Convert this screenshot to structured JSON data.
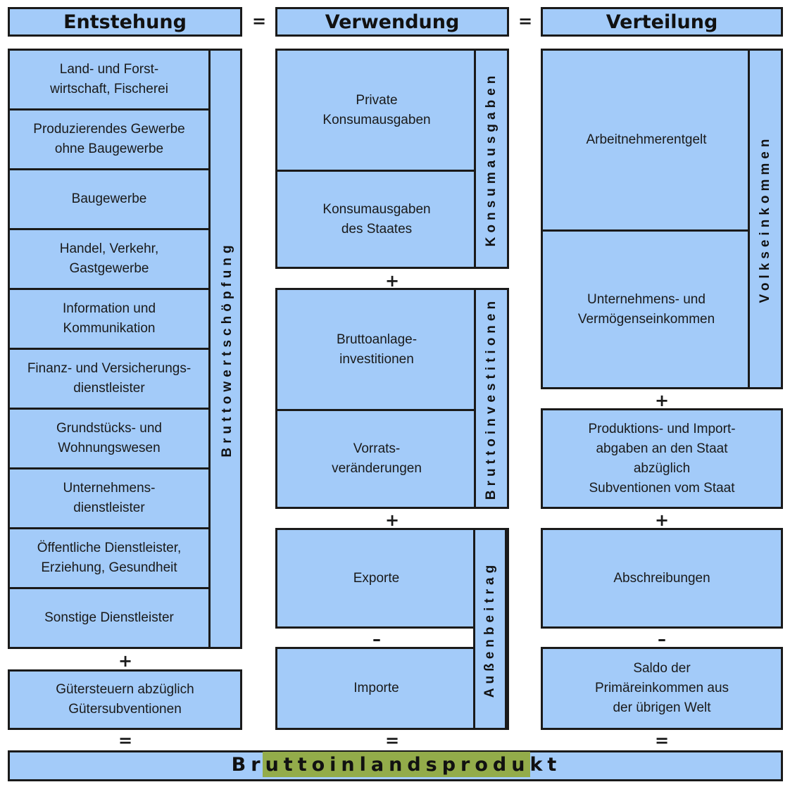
{
  "headers": {
    "entstehung": "Entstehung",
    "verwendung": "Verwendung",
    "verteilung": "Verteilung"
  },
  "operators": {
    "equals": "=",
    "plus": "+",
    "minus": "–"
  },
  "entstehung": {
    "items": [
      "Land- und Forst-\nwirtschaft, Fischerei",
      "Produzierendes Gewerbe\nohne Baugewerbe",
      "Baugewerbe",
      "Handel, Verkehr,\nGastgewerbe",
      "Information und\nKommunikation",
      "Finanz- und Versicherungs-\ndienstleister",
      "Grundstücks- und\nWohnungswesen",
      "Unternehmens-\ndienstleister",
      "Öffentliche Dienstleister,\nErziehung, Gesundheit",
      "Sonstige Dienstleister"
    ],
    "group_label": "Bruttowertschöpfung",
    "guetersteuern": "Gütersteuern abzüglich\nGütersubventionen"
  },
  "verwendung": {
    "konsum": {
      "items": [
        "Private\nKonsumausgaben",
        "Konsumausgaben\ndes Staates"
      ],
      "label": "Konsumausgaben"
    },
    "investitionen": {
      "items": [
        "Bruttoanlage-\ninvestitionen",
        "Vorrats-\nveränderungen"
      ],
      "label": "Bruttoinvestitionen"
    },
    "aussenbeitrag": {
      "items": [
        "Exporte",
        "Importe"
      ],
      "label": "Außenbeitrag"
    }
  },
  "verteilung": {
    "volkseinkommen": {
      "items": [
        "Arbeitnehmerentgelt",
        "Unternehmens- und\nVermögenseinkommen"
      ],
      "label": "Volkseinkommen"
    },
    "produktionsabgaben": "Produktions- und Import-\nabgaben an den Staat\nabzüglich\nSubventionen vom Staat",
    "abschreibungen": "Abschreibungen",
    "saldo": "Saldo der\nPrimäreinkommen aus\nder übrigen Welt"
  },
  "result": "Bruttoinlandsprodukt",
  "colors": {
    "box_fill": "#a3cbf9",
    "border": "#1a1a1a",
    "result_highlight": "#93ac4a"
  }
}
